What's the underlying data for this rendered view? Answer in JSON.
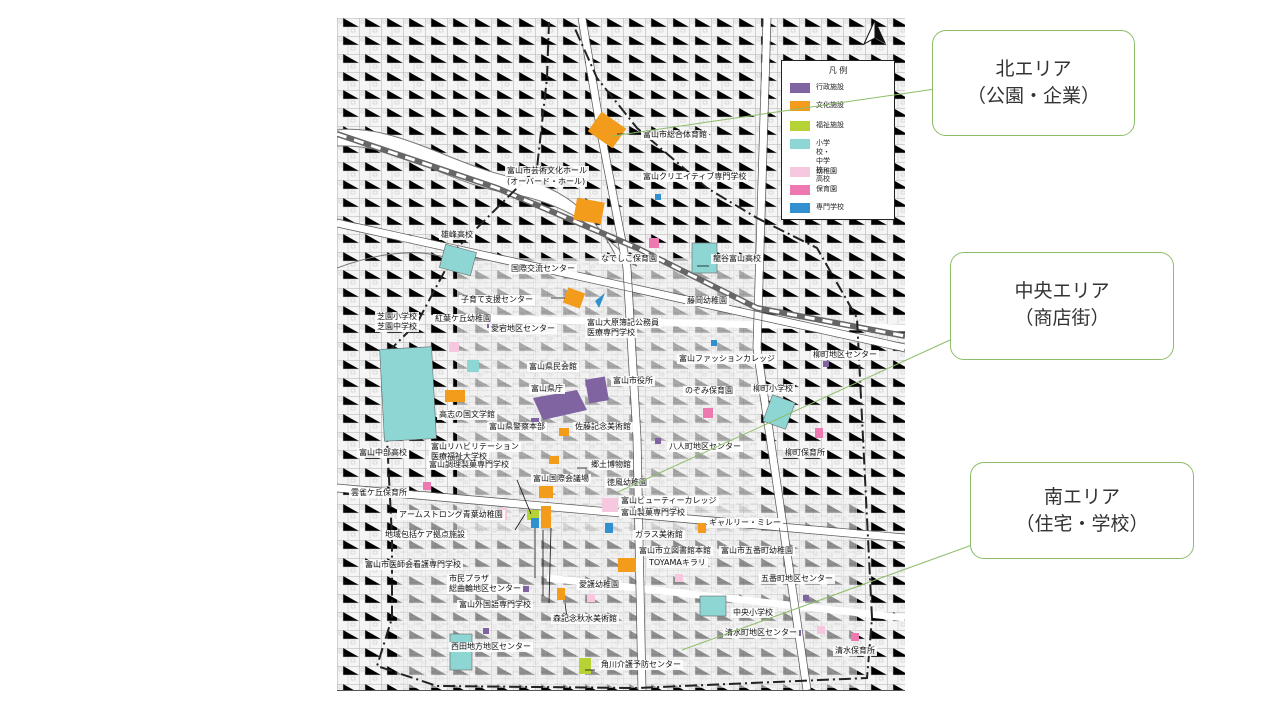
{
  "legend": {
    "title": "凡 例",
    "items": [
      {
        "label": "行政施設",
        "color": "#8064a2"
      },
      {
        "label": "文化施設",
        "color": "#f39c1b"
      },
      {
        "label": "福祉施設",
        "color": "#b5d334"
      },
      {
        "label": "小学校・中学校・\n高校",
        "color": "#8ed6d3"
      },
      {
        "label": "幼稚園",
        "color": "#f7c7df"
      },
      {
        "label": "保育園",
        "color": "#ee78b0"
      },
      {
        "label": "専門学校",
        "color": "#3090d0"
      }
    ]
  },
  "callouts": {
    "north": {
      "line1": "北エリア",
      "line2": "（公園・企業）"
    },
    "central": {
      "line1": "中央エリア",
      "line2": "（商店街）"
    },
    "south": {
      "line1": "南エリア",
      "line2": "（住宅・学校）"
    }
  },
  "labels": {
    "gym": "富山市総合体育館",
    "art_hall": "富山市芸術文化ホール",
    "aubade": "(オーバード・ホール)",
    "creative": "富山クリエイティブ専門学校",
    "nadeshiko": "なでしこ保育園",
    "ryukoku": "龍谷富山高校",
    "kokusai": "国際交流センター",
    "fujioka": "藤岡幼稚園",
    "kosodate": "子育て支援センター",
    "osaki": "雄峰高校",
    "shibazono_e": "芝園小学校",
    "shibazono_j": "芝園中学校",
    "momiji": "紅葉ケ丘幼稚園",
    "aizen_c": "愛宕地区センター",
    "daigaku": "富山大原簿記公務員",
    "iryo": "医療専門学校",
    "fashion": "富山ファッションカレッジ",
    "yanagimachi_c": "柳町地区センター",
    "kenminkaikan": "富山県民会館",
    "kencho": "富山県庁",
    "shiyakusho": "富山市役所",
    "nozomi": "のぞみ保育園",
    "yanagimachi_e": "柳町小学校",
    "koshi": "高志の国文学館",
    "keisatsu": "富山県警察本部",
    "sato": "佐藤記念美術館",
    "hachinin": "八人町地区センター",
    "rihabiri": "富山リハビリテーション",
    "iryofukushi": "医療福祉大学校",
    "chobu": "富山中部高校",
    "chori": "富山調理製菓専門学校",
    "kyodo": "郷土博物館",
    "yanagimachi_h": "柳町保育所",
    "kokusaikaigi": "富山国際会議場",
    "tokuju": "徳風幼稚園",
    "unsougaoka": "雲雀ケ丘保育所",
    "beauty": "富山ビューティーカレッジ",
    "seika": "富山製菓専門学校",
    "armstrong": "アームストロング青葉幼稚園",
    "glass": "ガラス美術館",
    "gallery": "ギャルリー・ミレー",
    "chiiki": "地域包括ケア拠点施設",
    "toshokan": "富山市立図書館本館",
    "gobancho": "富山市五番町幼稚園",
    "toyamakirari": "TOYAMAキラリ",
    "ishikai": "富山市医師会看護専門学校",
    "shimin": "市民プラザ",
    "sogo": "総曲輪地区センター",
    "aigo": "愛護幼稚園",
    "gobancho_c": "五番町地区センター",
    "gaikokugo": "富山外国語専門学校",
    "chuo_e": "中央小学校",
    "mori": "森記念秋水美術館",
    "shimizu_c": "清水町地区センター",
    "nishida_c": "西田地方地区センター",
    "shimizu_h": "清水保育所",
    "tsunokawa": "角川介護予防センター"
  }
}
